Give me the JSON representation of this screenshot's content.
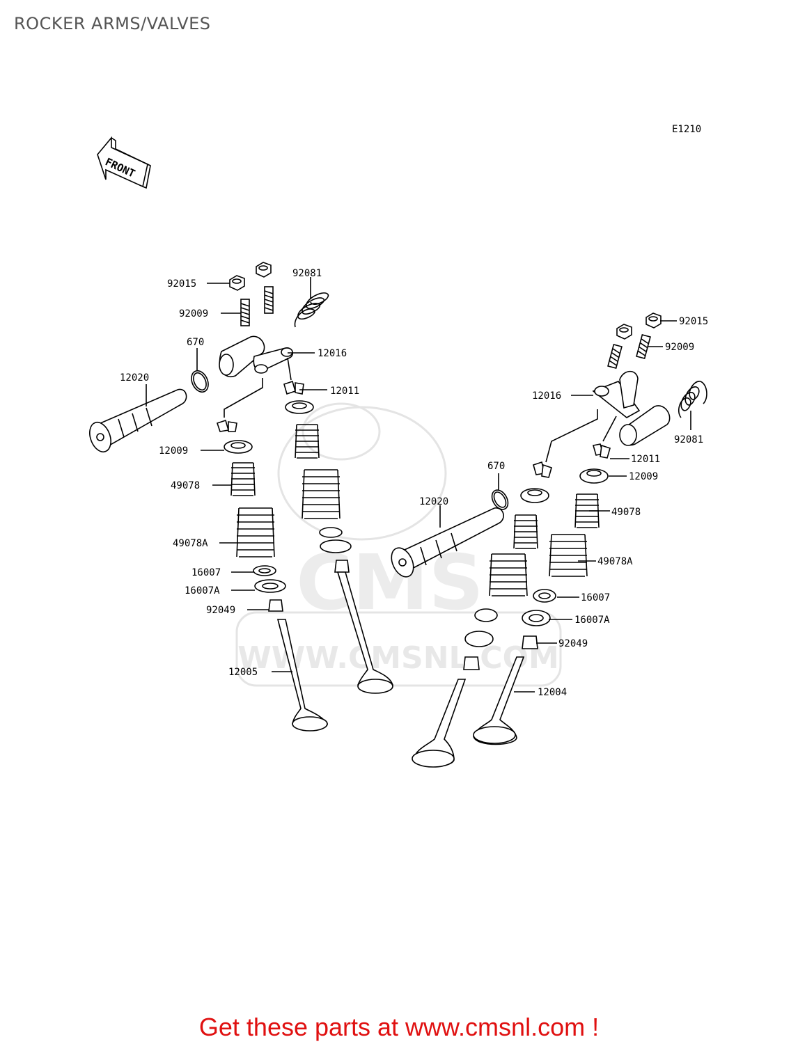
{
  "title": "ROCKER ARMS/VALVES",
  "diagram_code": "E1210",
  "front_label": "FRONT",
  "watermark_text": "WWW.CMSNL.COM",
  "watermark_logo": "CMS",
  "call_to_action": "Get these parts at www.cmsnl.com !",
  "colors": {
    "cta": "#e01010",
    "title": "#555555",
    "line": "#000000",
    "watermark": "#e4e4e4"
  },
  "parts_left": {
    "nut": "92015",
    "adjust_screw": "92009",
    "spring": "92081",
    "o_ring": "670",
    "shaft": "12020",
    "rocker_arm": "12016",
    "cotter": "12011",
    "retainer": "12009",
    "inner_spring": "49078",
    "outer_spring": "49078A",
    "seat": "16007",
    "seat_a": "16007A",
    "stem_seal": "92049",
    "valve": "12005"
  },
  "parts_right": {
    "nut": "92015",
    "adjust_screw": "92009",
    "rocker_arm": "12016",
    "spring": "92081",
    "cotter": "12011",
    "o_ring": "670",
    "retainer": "12009",
    "shaft": "12020",
    "inner_spring": "49078",
    "outer_spring": "49078A",
    "seat": "16007",
    "seat_a": "16007A",
    "stem_seal": "92049",
    "valve": "12004"
  }
}
